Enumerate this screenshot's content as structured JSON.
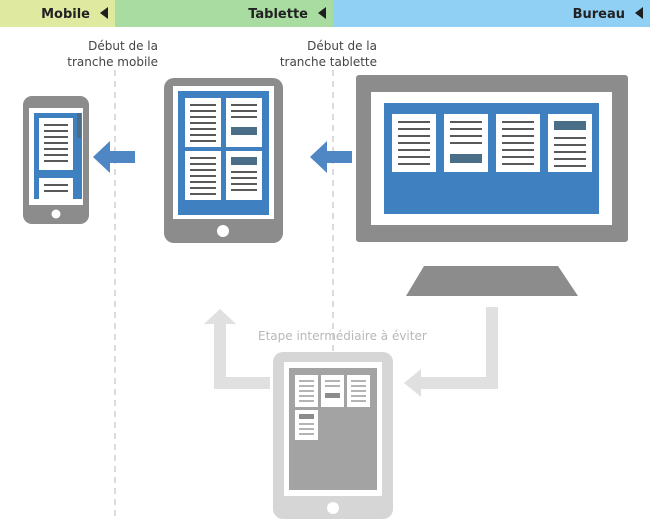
{
  "breakpoints": {
    "mobile": {
      "label": "Mobile",
      "color": "#dfe9a0"
    },
    "tablet": {
      "label": "Tablette",
      "color": "#a8dca0"
    },
    "desktop": {
      "label": "Bureau",
      "color": "#8fd0f4"
    }
  },
  "captions": {
    "mobile_line1": "Début de la",
    "mobile_line2": "tranche mobile",
    "tablet_line1": "Début de la",
    "tablet_line2": "tranche tablette"
  },
  "intermediate_label": "Etape intermédiaire à éviter",
  "colors": {
    "device": "#8c8c8c",
    "device_faded": "#d6d6d6",
    "screen_blue": "#3f80c0",
    "arrow_blue": "#4f86c4",
    "doc_bar": "#4a6d88",
    "divider": "#d0d0d0"
  },
  "icons": [
    "chevron-left-icon",
    "arrow-left-icon"
  ]
}
